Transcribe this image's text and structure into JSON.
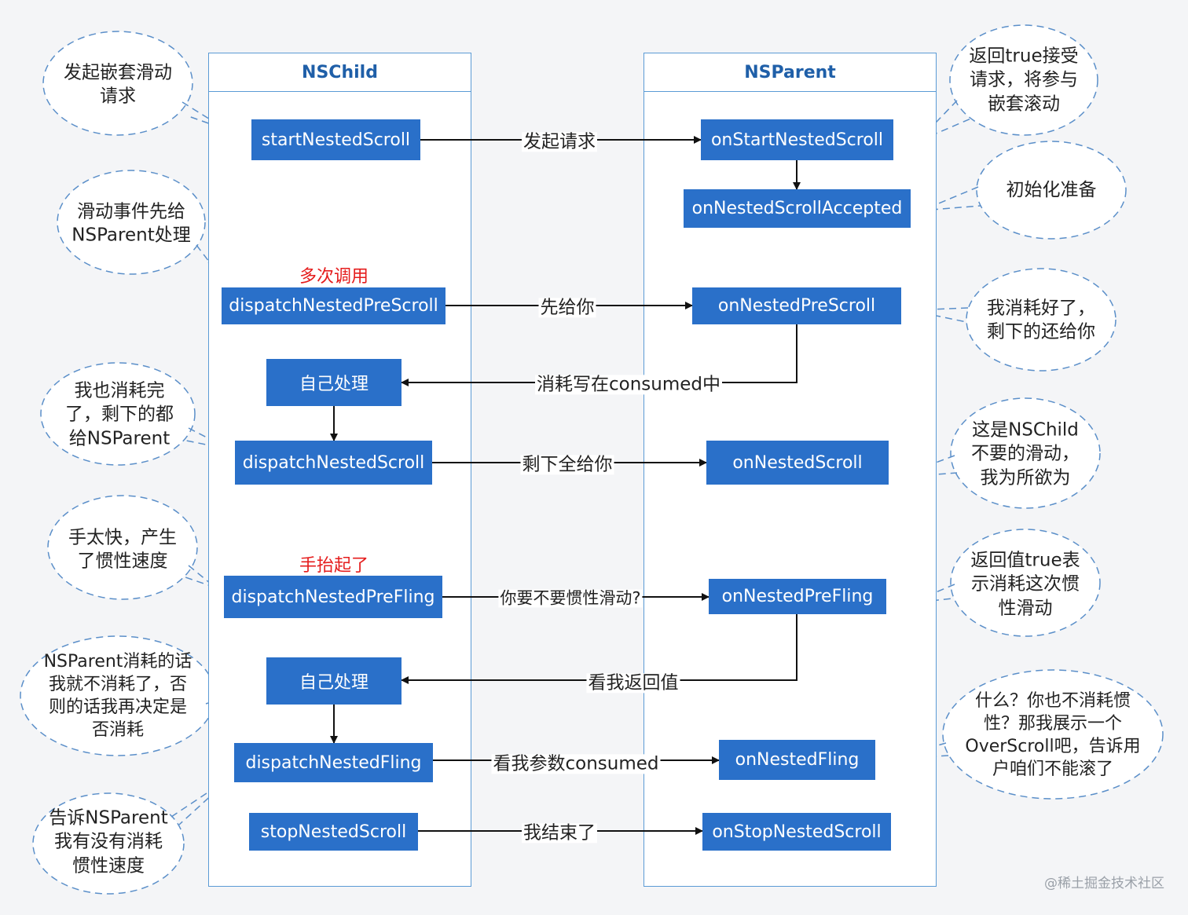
{
  "lanes": {
    "child": "NSChild",
    "parent": "NSParent"
  },
  "nodes": {
    "start_nested_scroll": "startNestedScroll",
    "on_start_nested_scroll": "onStartNestedScroll",
    "on_nested_scroll_accepted": "onNestedScrollAccepted",
    "dispatch_nested_pre_scroll": "dispatchNestedPreScroll",
    "on_nested_pre_scroll": "onNestedPreScroll",
    "self_handle_1": "自己处理",
    "dispatch_nested_scroll": "dispatchNestedScroll",
    "on_nested_scroll": "onNestedScroll",
    "dispatch_nested_pre_fling": "dispatchNestedPreFling",
    "on_nested_pre_fling": "onNestedPreFling",
    "self_handle_2": "自己处理",
    "dispatch_nested_fling": "dispatchNestedFling",
    "on_nested_fling": "onNestedFling",
    "stop_nested_scroll": "stopNestedScroll",
    "on_stop_nested_scroll": "onStopNestedScroll"
  },
  "edges": {
    "start_request": "发起请求",
    "give_first": "先给你",
    "consumed_back": "消耗写在consumed中",
    "remaining": "剩下全给你",
    "pre_fling_ask": "你要不要惯性滑动?",
    "see_return": "看我返回值",
    "see_consumed": "看我参数consumed",
    "finished": "我结束了"
  },
  "notes": {
    "multiple_calls": "多次调用",
    "finger_lifted": "手抬起了"
  },
  "bubbles": {
    "initiate": [
      "发起嵌套滑动",
      "请求"
    ],
    "accept": [
      "返回true接受",
      "请求，将参与",
      "嵌套滚动"
    ],
    "init_prepare": [
      "初始化准备"
    ],
    "pre_scroll_first": [
      "滑动事件先给",
      "NSParent处理"
    ],
    "consumed_rest": [
      "我消耗好了，",
      "剩下的还给你"
    ],
    "consumed_all_child": [
      "我也消耗完",
      "了，剩下的都",
      "给NSParent"
    ],
    "unwanted_scroll": [
      "这是NSChild",
      "不要的滑动，",
      "我为所欲为"
    ],
    "too_fast": [
      "手太快，产生",
      "了惯性速度"
    ],
    "return_true": [
      "返回值true表",
      "示消耗这次惯",
      "性滑动"
    ],
    "parent_consumed": [
      "NSParent消耗的话",
      "我就不消耗了，否",
      "则的话我再决定是",
      "否消耗"
    ],
    "overscroll": [
      "什么？你也不消耗惯",
      "性？那我展示一个",
      "OverScroll吧，告诉用",
      "户咱们不能滚了"
    ],
    "tell_parent": [
      "告诉NSParent",
      "我有没有消耗",
      "惯性速度"
    ]
  },
  "watermark": "@稀土掘金技术社区",
  "colors": {
    "node": "#2a70c9",
    "lane_border": "#5b9bd5",
    "lane_title": "#1f5fa8",
    "note": "#e51c1c",
    "bubble_border": "#5b8fc9"
  }
}
